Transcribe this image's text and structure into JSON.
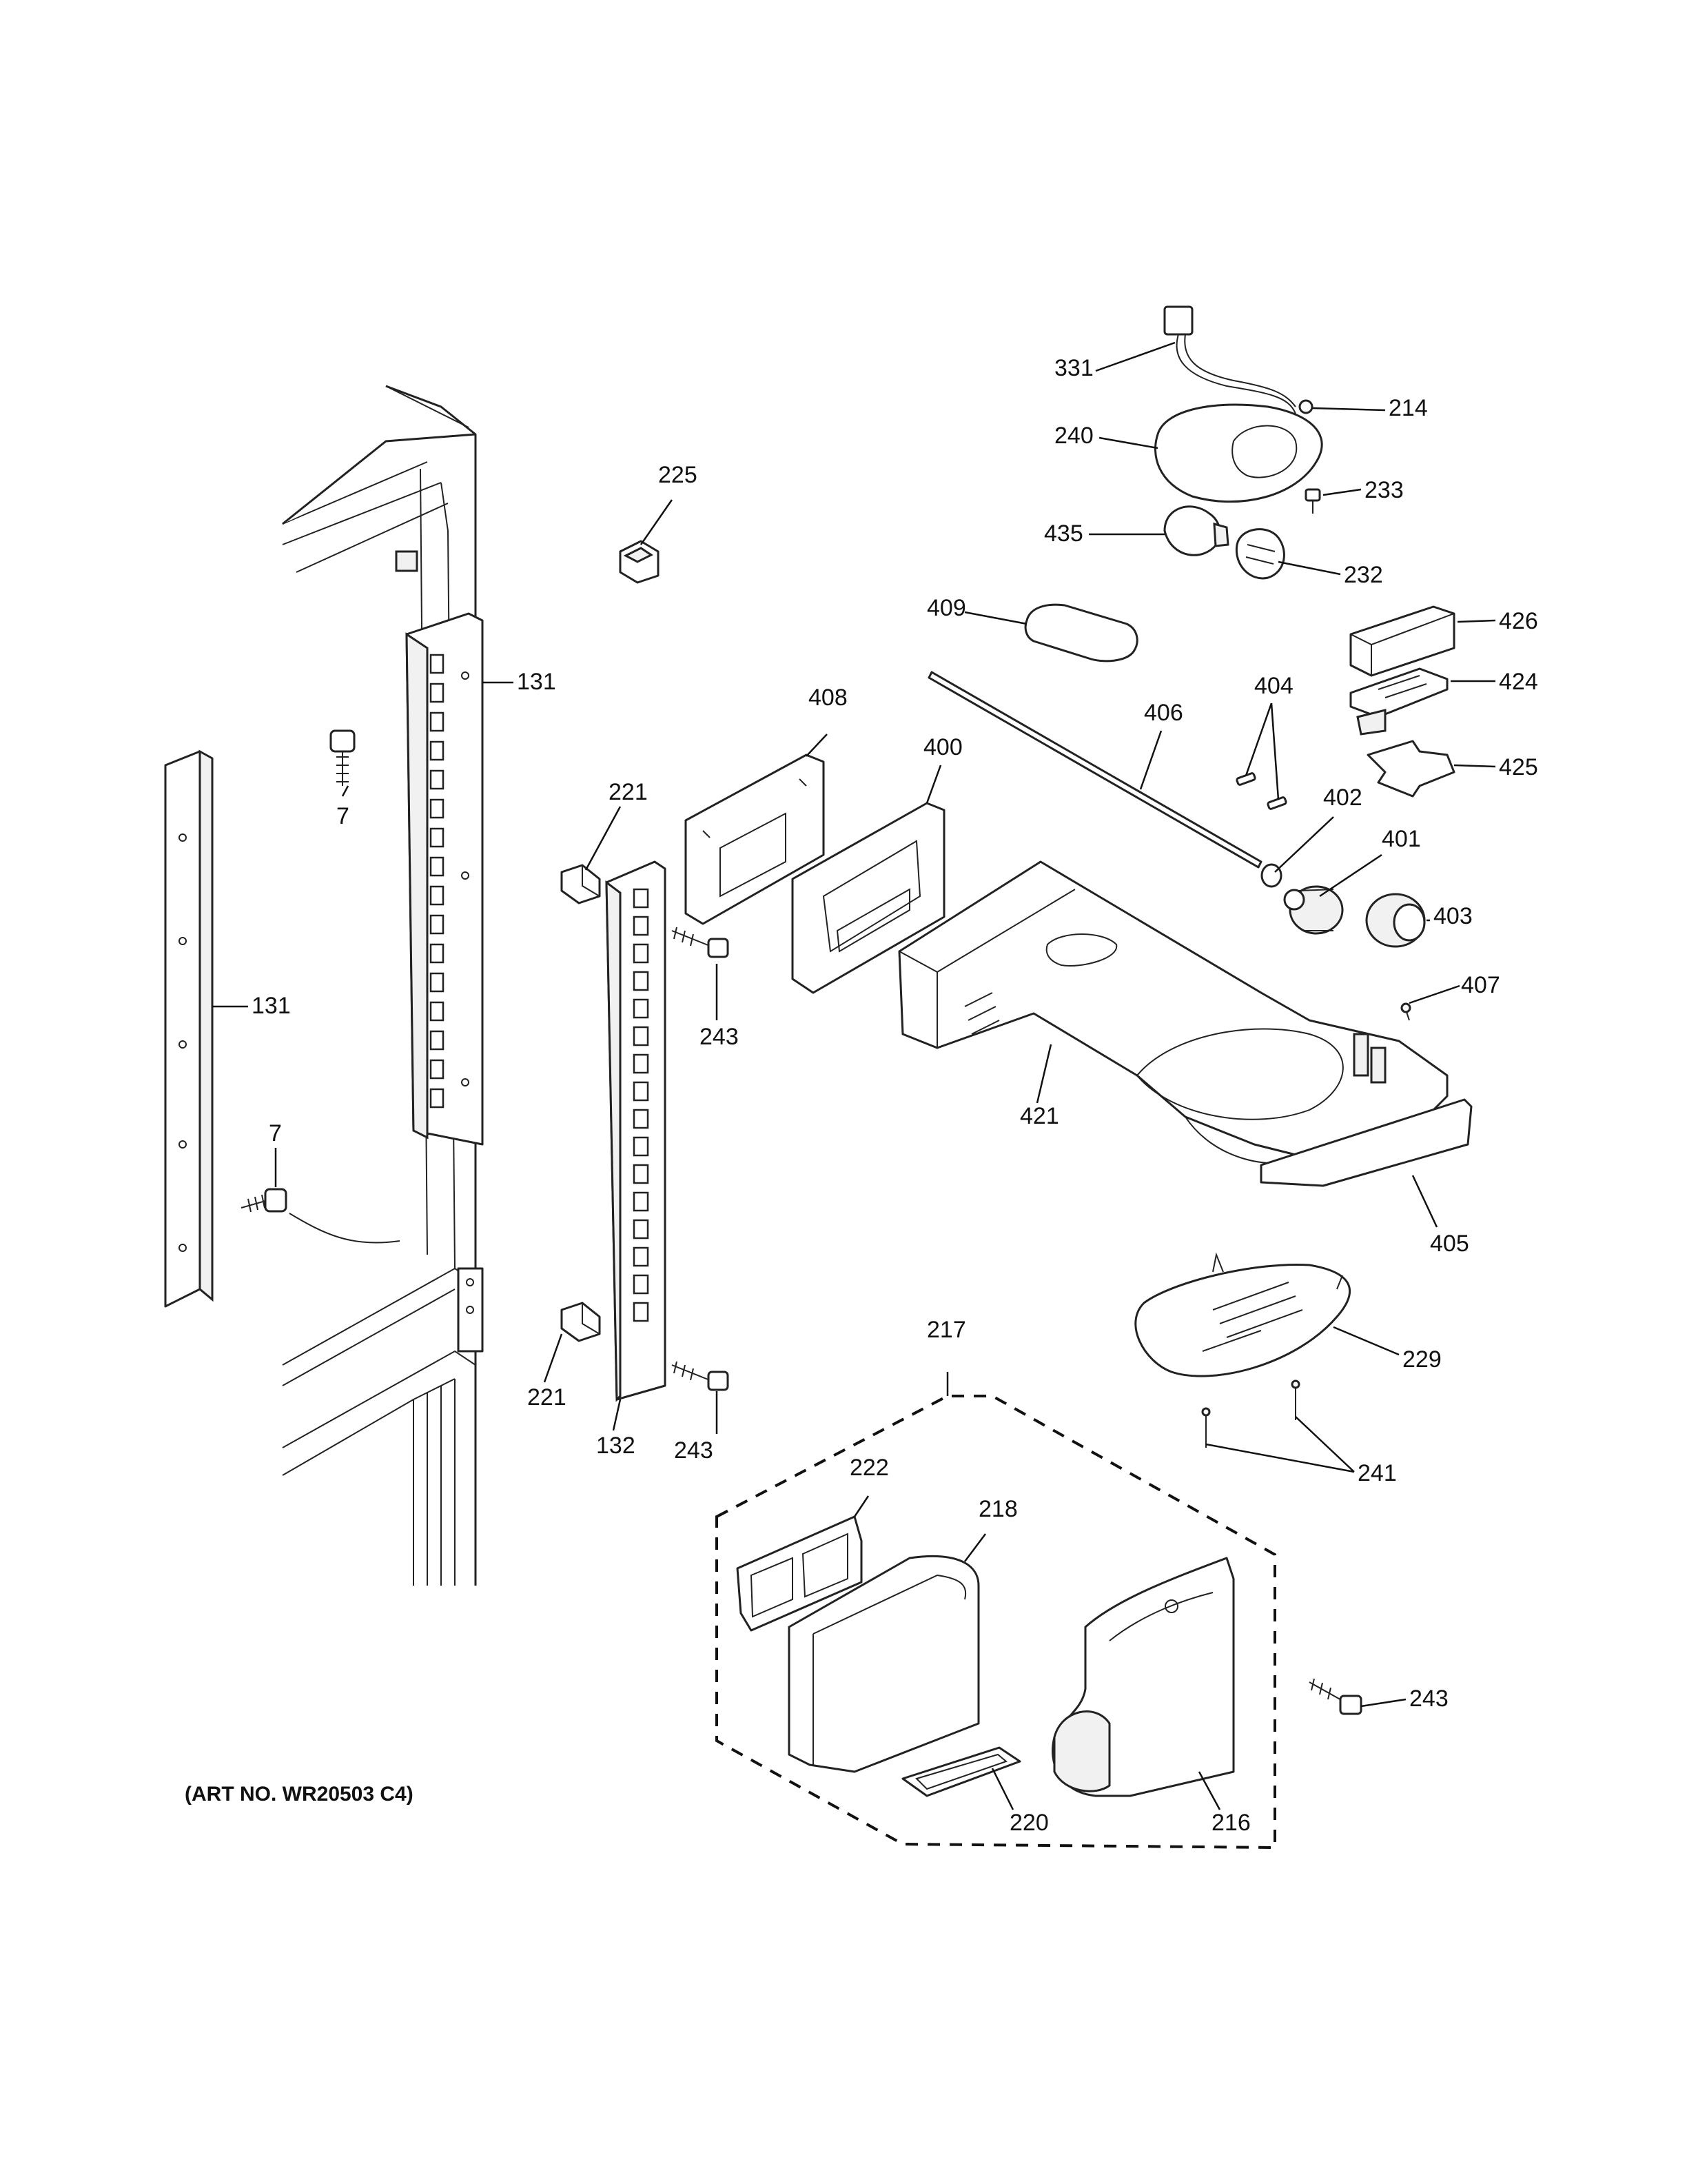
{
  "diagram": {
    "art_number": "(ART NO. WR20503 C4)",
    "callouts": {
      "c331": "331",
      "c214": "214",
      "c240": "240",
      "c233": "233",
      "c225": "225",
      "c435": "435",
      "c232": "232",
      "c409": "409",
      "c426": "426",
      "c131a": "131",
      "c408": "408",
      "c424": "424",
      "c406": "406",
      "c404": "404",
      "c400": "400",
      "c425": "425",
      "c7a": "7",
      "c221a": "221",
      "c402": "402",
      "c401": "401",
      "c403": "403",
      "c131b": "131",
      "c243a": "243",
      "c407": "407",
      "c421": "421",
      "c7b": "7",
      "c405": "405",
      "c217": "217",
      "c229": "229",
      "c221b": "221",
      "c132": "132",
      "c243b": "243",
      "c241": "241",
      "c222": "222",
      "c218": "218",
      "c243c": "243",
      "c220": "220",
      "c216": "216"
    }
  }
}
